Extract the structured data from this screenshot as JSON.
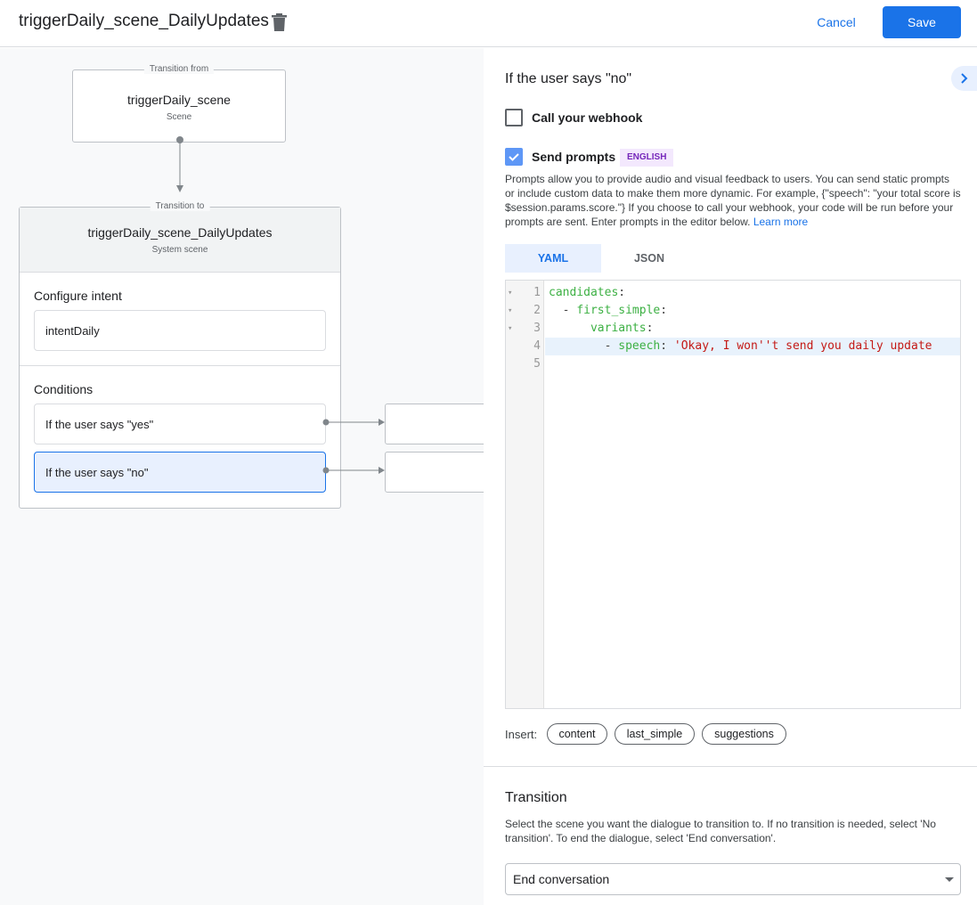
{
  "header": {
    "title": "triggerDaily_scene_DailyUpdates",
    "cancel_label": "Cancel",
    "save_label": "Save"
  },
  "canvas": {
    "from": {
      "label": "Transition from",
      "name": "triggerDaily_scene",
      "type": "Scene"
    },
    "to": {
      "label": "Transition to",
      "name": "triggerDaily_scene_DailyUpdates",
      "type": "System scene"
    },
    "intent_heading": "Configure intent",
    "intent": "intentDaily",
    "conditions_heading": "Conditions",
    "conditions": [
      "If the user says \"yes\"",
      "If the user says \"no\""
    ]
  },
  "panel": {
    "heading": "If the user says \"no\"",
    "webhook_label": "Call your webhook",
    "webhook_checked": false,
    "prompts_label": "Send prompts",
    "prompts_checked": true,
    "language_badge": "ENGLISH",
    "description": "Prompts allow you to provide audio and visual feedback to users. You can send static prompts or include custom data to make them more dynamic. For example, {\"speech\": \"your total score is $session.params.score.\"} If you choose to call your webhook, your code will be run before your prompts are sent. Enter prompts in the editor below.",
    "learn_more": "Learn more",
    "tabs": [
      "YAML",
      "JSON"
    ],
    "active_tab": "YAML",
    "code_lines": [
      {
        "n": "1",
        "indent": "",
        "dash": "",
        "key": "candidates",
        "colon": ":",
        "value": ""
      },
      {
        "n": "2",
        "indent": "  ",
        "dash": "- ",
        "key": "first_simple",
        "colon": ":",
        "value": ""
      },
      {
        "n": "3",
        "indent": "      ",
        "dash": "",
        "key": "variants",
        "colon": ":",
        "value": ""
      },
      {
        "n": "4",
        "indent": "        ",
        "dash": "- ",
        "key": "speech",
        "colon": ": ",
        "value": "'Okay, I won''t send you daily update"
      },
      {
        "n": "5",
        "indent": "",
        "dash": "",
        "key": "",
        "colon": "",
        "value": ""
      }
    ],
    "insert_label": "Insert:",
    "insert_chips": [
      "content",
      "last_simple",
      "suggestions"
    ],
    "transition_heading": "Transition",
    "transition_desc": "Select the scene you want the dialogue to transition to. If no transition is needed, select 'No transition'. To end the dialogue, select 'End conversation'.",
    "transition_value": "End conversation"
  },
  "colors": {
    "accent": "#1a73e8",
    "selected_condition": "#e8f0fe",
    "badge_bg": "#f3e8fd",
    "badge_text": "#7627bb",
    "code_key": "#3cb043",
    "code_string": "#c41a16"
  }
}
